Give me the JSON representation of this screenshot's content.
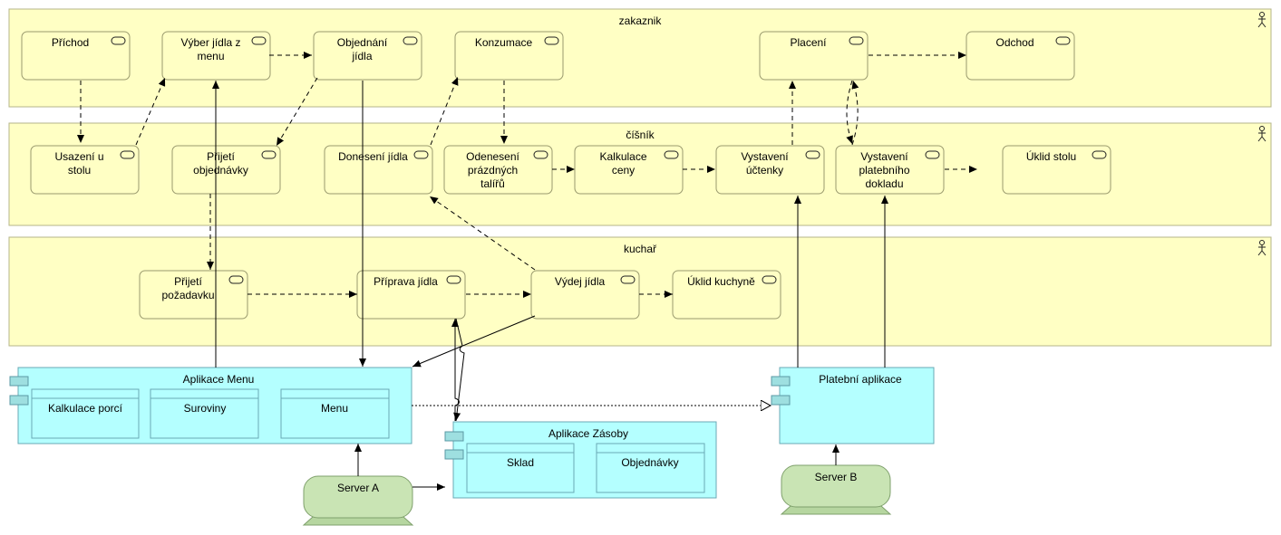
{
  "lanes": [
    {
      "id": "zakaznik",
      "title": "zakaznik"
    },
    {
      "id": "cisnik",
      "title": "číšník"
    },
    {
      "id": "kuchar",
      "title": "kuchař"
    }
  ],
  "processes": [
    {
      "id": "prichod",
      "lines": [
        "Příchod"
      ]
    },
    {
      "id": "vyber",
      "lines": [
        "Výber jídla z",
        "menu"
      ]
    },
    {
      "id": "objednani",
      "lines": [
        "Objednání",
        "jídla"
      ]
    },
    {
      "id": "konzumace",
      "lines": [
        "Konzumace"
      ]
    },
    {
      "id": "placeni",
      "lines": [
        "Placení"
      ]
    },
    {
      "id": "odchod",
      "lines": [
        "Odchod"
      ]
    },
    {
      "id": "usazeni",
      "lines": [
        "Usazení u",
        "stolu"
      ]
    },
    {
      "id": "prijeti-obj",
      "lines": [
        "Přijetí",
        "objednávky"
      ]
    },
    {
      "id": "doneseni",
      "lines": [
        "Donesení jídla"
      ]
    },
    {
      "id": "odeneseni",
      "lines": [
        "Odenesení",
        "prázdných",
        "talířů"
      ]
    },
    {
      "id": "kalkulace-ceny",
      "lines": [
        "Kalkulace",
        "ceny"
      ]
    },
    {
      "id": "uctenka",
      "lines": [
        "Vystavení",
        "účtenky"
      ]
    },
    {
      "id": "doklad",
      "lines": [
        "Vystavení",
        "platebního",
        "dokladu"
      ]
    },
    {
      "id": "uklid-stolu",
      "lines": [
        "Úklid stolu"
      ]
    },
    {
      "id": "prijeti-pozadavku",
      "lines": [
        "Přijetí",
        "požadavku"
      ]
    },
    {
      "id": "priprava",
      "lines": [
        "Příprava jídla"
      ]
    },
    {
      "id": "vydej",
      "lines": [
        "Výdej jídla"
      ]
    },
    {
      "id": "uklid-kuchyne",
      "lines": [
        "Úklid kuchyně"
      ]
    }
  ],
  "applications": [
    {
      "id": "aplikace-menu",
      "title": "Aplikace Menu",
      "parts": [
        "Kalkulace porcí",
        "Suroviny",
        "Menu"
      ]
    },
    {
      "id": "aplikace-zasoby",
      "title": "Aplikace Zásoby",
      "parts": [
        "Sklad",
        "Objednávky"
      ]
    },
    {
      "id": "platebni-aplikace",
      "title": "Platební aplikace",
      "parts": []
    }
  ],
  "nodes": [
    {
      "id": "server-a",
      "title": "Server A"
    },
    {
      "id": "server-b",
      "title": "Server B"
    }
  ],
  "colors": {
    "lane_fill": "#ffffc4",
    "process_fill": "#ffffc4",
    "application_fill": "#b4ffff",
    "node_fill": "#c9e4b4"
  }
}
